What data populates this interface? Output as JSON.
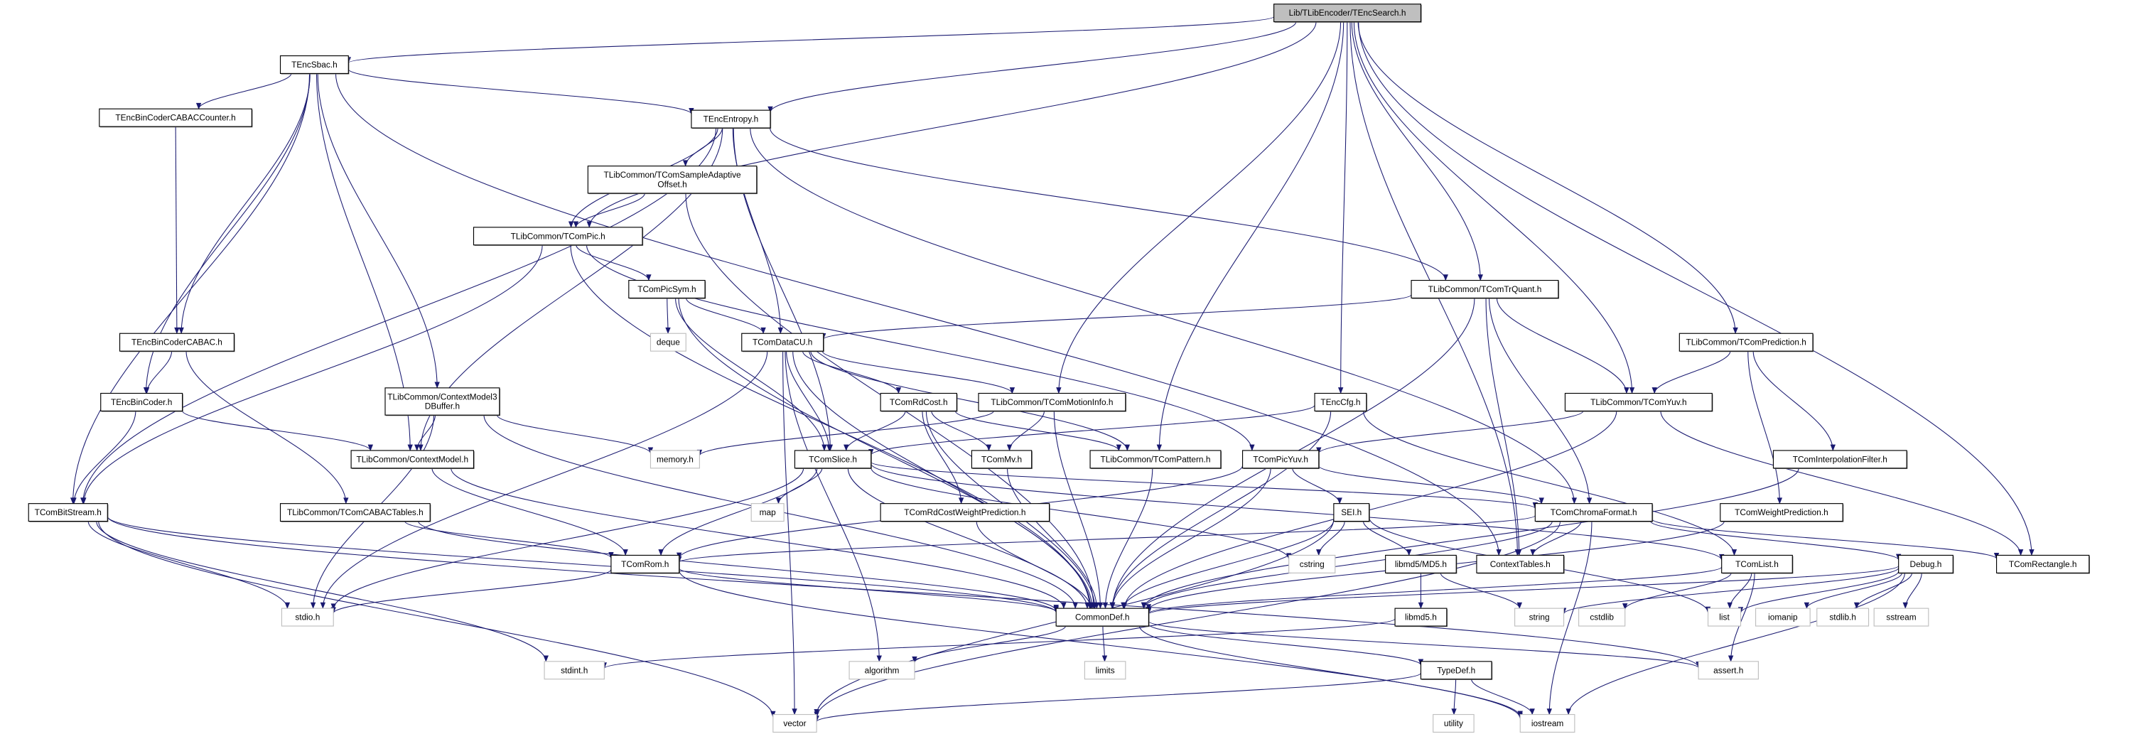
{
  "title": "Lib/TLibEncoder/TEncSearch.h",
  "colors": {
    "edge": "#191970",
    "root_fill": "#bfbfbf",
    "node_border": "#000000",
    "external_border": "#bfbfbf",
    "background": "#ffffff"
  },
  "nodes": [
    {
      "id": "root",
      "label": "Lib/TLibEncoder/TEncSearch.h",
      "kind": "root"
    },
    {
      "id": "sbac",
      "label": "TEncSbac.h",
      "kind": "header"
    },
    {
      "id": "cabaccounter",
      "label": "TEncBinCoderCABACCounter.h",
      "kind": "header"
    },
    {
      "id": "entropy",
      "label": "TEncEntropy.h",
      "kind": "header"
    },
    {
      "id": "sao",
      "label": "TLibCommon/TComSampleAdaptive\nOffset.h",
      "kind": "header"
    },
    {
      "id": "pic",
      "label": "TLibCommon/TComPic.h",
      "kind": "header"
    },
    {
      "id": "picsym",
      "label": "TComPicSym.h",
      "kind": "header"
    },
    {
      "id": "deque",
      "label": "deque",
      "kind": "external"
    },
    {
      "id": "datacu",
      "label": "TComDataCU.h",
      "kind": "header"
    },
    {
      "id": "trquant",
      "label": "TLibCommon/TComTrQuant.h",
      "kind": "header"
    },
    {
      "id": "prediction",
      "label": "TLibCommon/TComPrediction.h",
      "kind": "header"
    },
    {
      "id": "bincabac",
      "label": "TEncBinCoderCABAC.h",
      "kind": "header"
    },
    {
      "id": "bincoder",
      "label": "TEncBinCoder.h",
      "kind": "header"
    },
    {
      "id": "cm3d",
      "label": "TLibCommon/ContextModel3\nDBuffer.h",
      "kind": "header"
    },
    {
      "id": "rdcost",
      "label": "TComRdCost.h",
      "kind": "header"
    },
    {
      "id": "motioninfo",
      "label": "TLibCommon/TComMotionInfo.h",
      "kind": "header"
    },
    {
      "id": "enccfg",
      "label": "TEncCfg.h",
      "kind": "header"
    },
    {
      "id": "yuv",
      "label": "TLibCommon/TComYuv.h",
      "kind": "header"
    },
    {
      "id": "contextmodel",
      "label": "TLibCommon/ContextModel.h",
      "kind": "header"
    },
    {
      "id": "memory",
      "label": "memory.h",
      "kind": "external"
    },
    {
      "id": "slice",
      "label": "TComSlice.h",
      "kind": "header"
    },
    {
      "id": "mv",
      "label": "TComMv.h",
      "kind": "header"
    },
    {
      "id": "pattern",
      "label": "TLibCommon/TComPattern.h",
      "kind": "header"
    },
    {
      "id": "picyuv",
      "label": "TComPicYuv.h",
      "kind": "header"
    },
    {
      "id": "interp",
      "label": "TComInterpolationFilter.h",
      "kind": "header"
    },
    {
      "id": "bitstream",
      "label": "TComBitStream.h",
      "kind": "header"
    },
    {
      "id": "cabactables",
      "label": "TLibCommon/TComCABACTables.h",
      "kind": "header"
    },
    {
      "id": "map",
      "label": "map",
      "kind": "external"
    },
    {
      "id": "rdcostwp",
      "label": "TComRdCostWeightPrediction.h",
      "kind": "header"
    },
    {
      "id": "sei",
      "label": "SEI.h",
      "kind": "header"
    },
    {
      "id": "chroma",
      "label": "TComChromaFormat.h",
      "kind": "header"
    },
    {
      "id": "weightpred",
      "label": "TComWeightPrediction.h",
      "kind": "header"
    },
    {
      "id": "rom",
      "label": "TComRom.h",
      "kind": "header"
    },
    {
      "id": "cstring",
      "label": "cstring",
      "kind": "external"
    },
    {
      "id": "md5",
      "label": "libmd5/MD5.h",
      "kind": "header"
    },
    {
      "id": "contexttables",
      "label": "ContextTables.h",
      "kind": "header"
    },
    {
      "id": "list_h",
      "label": "TComList.h",
      "kind": "header"
    },
    {
      "id": "debug",
      "label": "Debug.h",
      "kind": "header"
    },
    {
      "id": "rectangle",
      "label": "TComRectangle.h",
      "kind": "header"
    },
    {
      "id": "stdio",
      "label": "stdio.h",
      "kind": "external"
    },
    {
      "id": "commondef",
      "label": "CommonDef.h",
      "kind": "header"
    },
    {
      "id": "libmd5",
      "label": "libmd5.h",
      "kind": "header"
    },
    {
      "id": "string",
      "label": "string",
      "kind": "external"
    },
    {
      "id": "cstdlib",
      "label": "cstdlib",
      "kind": "external"
    },
    {
      "id": "list",
      "label": "list",
      "kind": "external"
    },
    {
      "id": "iomanip",
      "label": "iomanip",
      "kind": "external"
    },
    {
      "id": "stdlib",
      "label": "stdlib.h",
      "kind": "external"
    },
    {
      "id": "sstream",
      "label": "sstream",
      "kind": "external"
    },
    {
      "id": "stdint",
      "label": "stdint.h",
      "kind": "external"
    },
    {
      "id": "algorithm",
      "label": "algorithm",
      "kind": "external"
    },
    {
      "id": "limits",
      "label": "limits",
      "kind": "external"
    },
    {
      "id": "assert",
      "label": "assert.h",
      "kind": "external"
    },
    {
      "id": "typedef",
      "label": "TypeDef.h",
      "kind": "header"
    },
    {
      "id": "vector",
      "label": "vector",
      "kind": "external"
    },
    {
      "id": "utility",
      "label": "utility",
      "kind": "external"
    },
    {
      "id": "iostream",
      "label": "iostream",
      "kind": "external"
    }
  ],
  "edges": [
    [
      "root",
      "sbac"
    ],
    [
      "root",
      "entropy"
    ],
    [
      "root",
      "pic"
    ],
    [
      "root",
      "motioninfo"
    ],
    [
      "root",
      "pattern"
    ],
    [
      "root",
      "enccfg"
    ],
    [
      "root",
      "trquant"
    ],
    [
      "root",
      "yuv"
    ],
    [
      "root",
      "prediction"
    ],
    [
      "root",
      "rectangle"
    ],
    [
      "root",
      "contexttables"
    ],
    [
      "sbac",
      "cabaccounter"
    ],
    [
      "sbac",
      "entropy"
    ],
    [
      "sbac",
      "bincabac"
    ],
    [
      "sbac",
      "bincoder"
    ],
    [
      "sbac",
      "bitstream"
    ],
    [
      "sbac",
      "contextmodel"
    ],
    [
      "sbac",
      "cm3d"
    ],
    [
      "sbac",
      "contexttables"
    ],
    [
      "cabaccounter",
      "bincabac"
    ],
    [
      "entropy",
      "sao"
    ],
    [
      "entropy",
      "pic"
    ],
    [
      "entropy",
      "datacu"
    ],
    [
      "entropy",
      "slice"
    ],
    [
      "entropy",
      "trquant"
    ],
    [
      "entropy",
      "bitstream"
    ],
    [
      "entropy",
      "contextmodel"
    ],
    [
      "entropy",
      "chroma"
    ],
    [
      "sao",
      "pic"
    ],
    [
      "sao",
      "commondef"
    ],
    [
      "pic",
      "picsym"
    ],
    [
      "pic",
      "picyuv"
    ],
    [
      "pic",
      "commondef"
    ],
    [
      "pic",
      "bitstream"
    ],
    [
      "picsym",
      "deque"
    ],
    [
      "picsym",
      "datacu"
    ],
    [
      "picsym",
      "slice"
    ],
    [
      "picsym",
      "commondef"
    ],
    [
      "datacu",
      "rdcost"
    ],
    [
      "datacu",
      "motioninfo"
    ],
    [
      "datacu",
      "slice"
    ],
    [
      "datacu",
      "pattern"
    ],
    [
      "datacu",
      "commondef"
    ],
    [
      "datacu",
      "vector"
    ],
    [
      "datacu",
      "stdio"
    ],
    [
      "datacu",
      "algorithm"
    ],
    [
      "trquant",
      "datacu"
    ],
    [
      "trquant",
      "yuv"
    ],
    [
      "trquant",
      "chroma"
    ],
    [
      "trquant",
      "contexttables"
    ],
    [
      "trquant",
      "commondef"
    ],
    [
      "prediction",
      "yuv"
    ],
    [
      "prediction",
      "interp"
    ],
    [
      "prediction",
      "weightpred"
    ],
    [
      "bincabac",
      "bincoder"
    ],
    [
      "bincabac",
      "cabactables"
    ],
    [
      "bincoder",
      "bitstream"
    ],
    [
      "bincoder",
      "contextmodel"
    ],
    [
      "cm3d",
      "contextmodel"
    ],
    [
      "cm3d",
      "memory"
    ],
    [
      "cm3d",
      "commondef"
    ],
    [
      "cm3d",
      "stdio"
    ],
    [
      "rdcost",
      "slice"
    ],
    [
      "rdcost",
      "mv"
    ],
    [
      "rdcost",
      "pattern"
    ],
    [
      "rdcost",
      "rdcostwp"
    ],
    [
      "rdcost",
      "commondef"
    ],
    [
      "motioninfo",
      "memory"
    ],
    [
      "motioninfo",
      "mv"
    ],
    [
      "motioninfo",
      "commondef"
    ],
    [
      "enccfg",
      "slice"
    ],
    [
      "enccfg",
      "commondef"
    ],
    [
      "enccfg",
      "list_h"
    ],
    [
      "yuv",
      "picyuv"
    ],
    [
      "yuv",
      "commondef"
    ],
    [
      "yuv",
      "rectangle"
    ],
    [
      "contextmodel",
      "rom"
    ],
    [
      "contextmodel",
      "commondef"
    ],
    [
      "slice",
      "rom"
    ],
    [
      "slice",
      "map"
    ],
    [
      "slice",
      "cstring"
    ],
    [
      "slice",
      "list_h"
    ],
    [
      "slice",
      "chroma"
    ],
    [
      "slice",
      "commondef"
    ],
    [
      "slice",
      "stdio"
    ],
    [
      "mv",
      "commondef"
    ],
    [
      "pattern",
      "commondef"
    ],
    [
      "picyuv",
      "sei"
    ],
    [
      "picyuv",
      "chroma"
    ],
    [
      "picyuv",
      "rom"
    ],
    [
      "picyuv",
      "commondef"
    ],
    [
      "interp",
      "commondef"
    ],
    [
      "bitstream",
      "stdio"
    ],
    [
      "bitstream",
      "stdint"
    ],
    [
      "bitstream",
      "vector"
    ],
    [
      "bitstream",
      "commondef"
    ],
    [
      "bitstream",
      "assert"
    ],
    [
      "cabactables",
      "rom"
    ],
    [
      "cabactables",
      "commondef"
    ],
    [
      "rdcostwp",
      "commondef"
    ],
    [
      "sei",
      "cstring"
    ],
    [
      "sei",
      "md5"
    ],
    [
      "sei",
      "commondef"
    ],
    [
      "sei",
      "vector"
    ],
    [
      "sei",
      "list"
    ],
    [
      "chroma",
      "contexttables"
    ],
    [
      "chroma",
      "rom"
    ],
    [
      "chroma",
      "debug"
    ],
    [
      "chroma",
      "rectangle"
    ],
    [
      "chroma",
      "commondef"
    ],
    [
      "chroma",
      "iostream"
    ],
    [
      "chroma",
      "vector"
    ],
    [
      "weightpred",
      "commondef"
    ],
    [
      "rom",
      "stdio"
    ],
    [
      "rom",
      "commondef"
    ],
    [
      "rom",
      "iostream"
    ],
    [
      "md5",
      "libmd5"
    ],
    [
      "md5",
      "string"
    ],
    [
      "libmd5",
      "stdint"
    ],
    [
      "list_h",
      "list"
    ],
    [
      "list_h",
      "assert"
    ],
    [
      "list_h",
      "cstdlib"
    ],
    [
      "list_h",
      "commondef"
    ],
    [
      "debug",
      "list"
    ],
    [
      "debug",
      "iomanip"
    ],
    [
      "debug",
      "stdlib"
    ],
    [
      "debug",
      "sstream"
    ],
    [
      "debug",
      "string"
    ],
    [
      "debug",
      "iostream"
    ],
    [
      "debug",
      "commondef"
    ],
    [
      "commondef",
      "algorithm"
    ],
    [
      "commondef",
      "limits"
    ],
    [
      "commondef",
      "typedef"
    ],
    [
      "commondef",
      "iostream"
    ],
    [
      "commondef",
      "assert"
    ],
    [
      "typedef",
      "vector"
    ],
    [
      "typedef",
      "utility"
    ],
    [
      "typedef",
      "iostream"
    ]
  ]
}
